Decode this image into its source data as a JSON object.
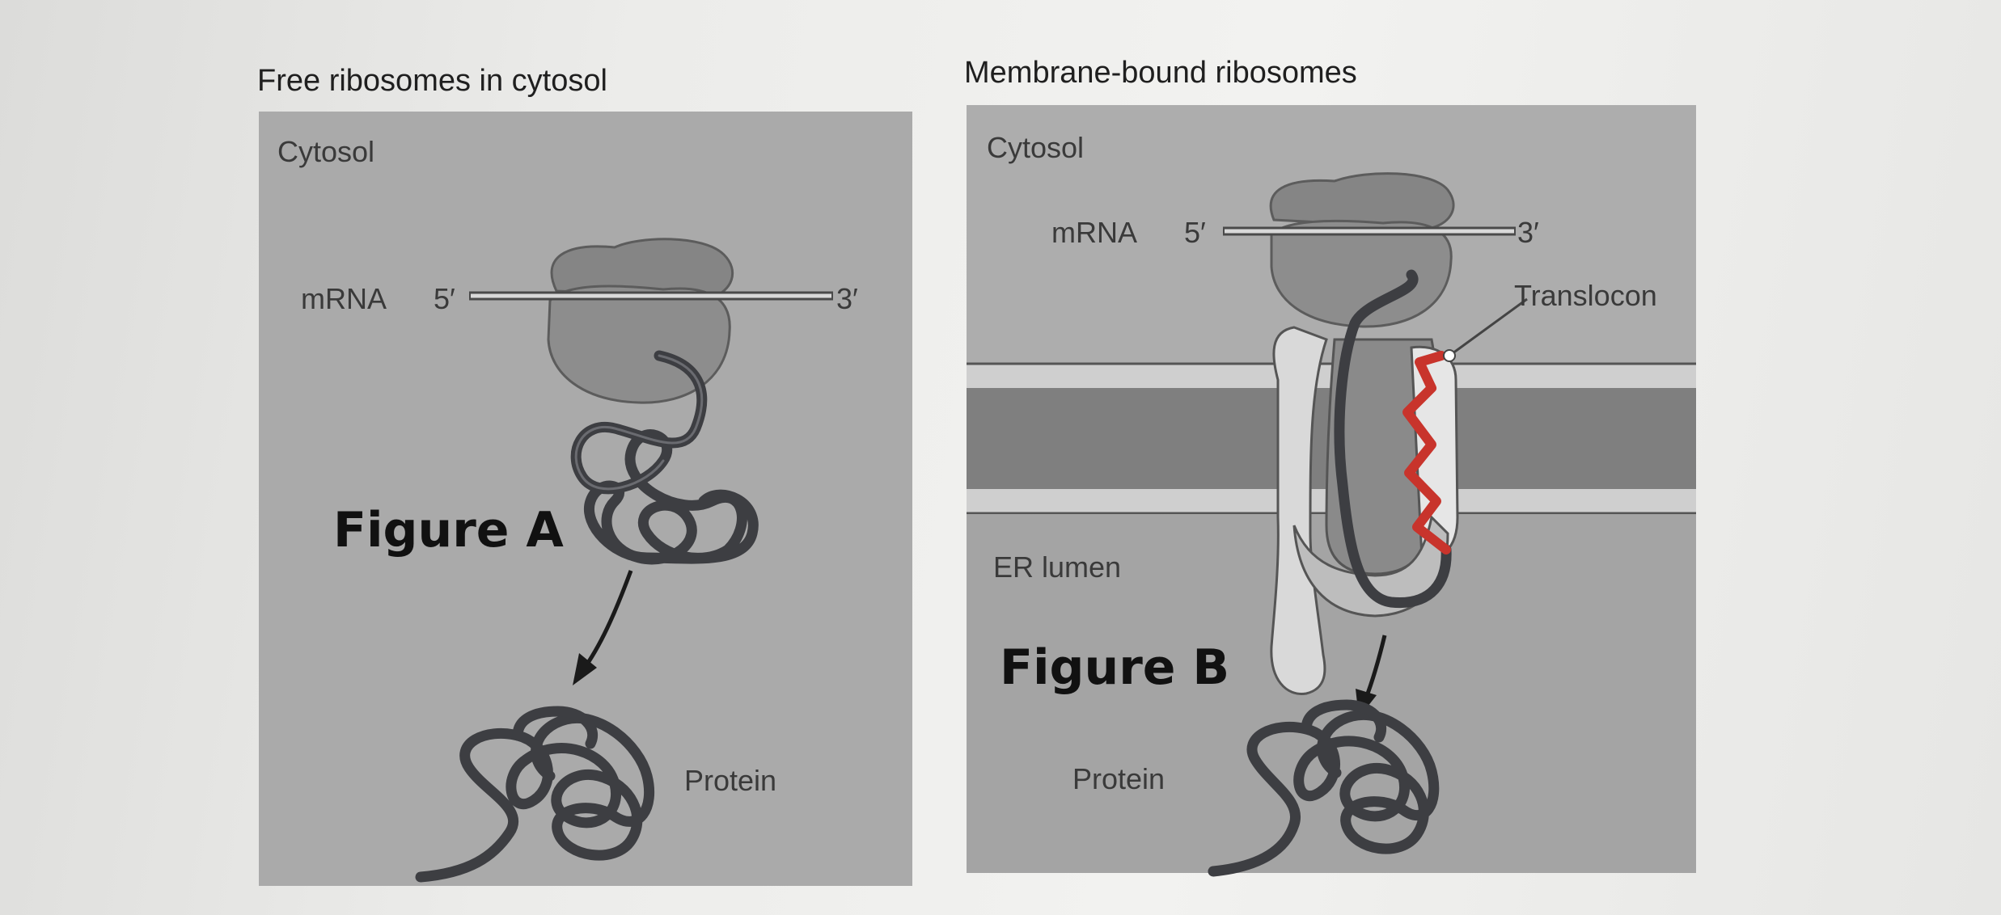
{
  "panels": {
    "left": {
      "title": "Free ribosomes in cytosol",
      "cytosol_label": "Cytosol",
      "mrna_label": "mRNA",
      "five_prime": "5′",
      "three_prime": "3′",
      "figure_label": "Figure A",
      "protein_label": "Protein"
    },
    "right": {
      "title": "Membrane-bound ribosomes",
      "cytosol_label": "Cytosol",
      "mrna_label": "mRNA",
      "five_prime": "5′",
      "three_prime": "3′",
      "translocon_label": "Translocon",
      "er_lumen_label": "ER lumen",
      "figure_label": "Figure B",
      "protein_label": "Protein"
    }
  },
  "colors": {
    "panel_fill": "#a9a9a9",
    "ribosome": "#8d8d8d",
    "membrane": "#7d7d7d",
    "polypeptide": "#3d3e42",
    "signal_sequence": "#c8342c"
  }
}
